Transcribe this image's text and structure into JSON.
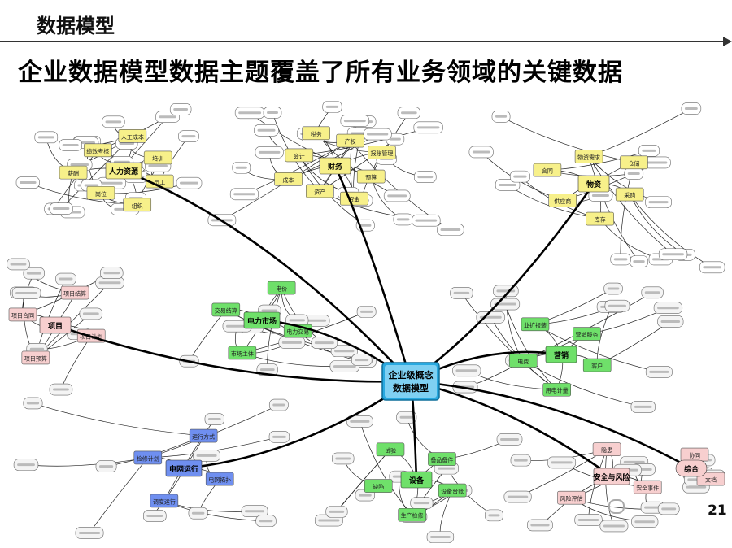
{
  "header": {
    "section_title": "数据模型"
  },
  "headline": "企业数据模型数据主题覆盖了所有业务领域的关键数据",
  "page_number": "21",
  "palette": {
    "yellow": "#f7f08a",
    "green": "#6fe06a",
    "blue": "#6f8ff0",
    "pink": "#f7cfcf",
    "gray": "#eeeeee",
    "center": "#29a9e0"
  },
  "center": {
    "label_1": "企业级概念",
    "label_2": "数据模型"
  },
  "domains": {
    "finance": "财务",
    "hr": "人力资源",
    "materials": "物资",
    "project": "项目",
    "power_market": "电力市场",
    "marketing": "营销",
    "grid_operation": "电网运行",
    "equipment": "设备",
    "security": "安全与风险",
    "general": "综合"
  },
  "subtopics": {
    "finance": [
      "预算",
      "资金",
      "资产",
      "成本",
      "会计",
      "税务",
      "产权",
      "报账管理"
    ],
    "hr": [
      "员工",
      "组织",
      "岗位",
      "薪酬",
      "绩效考核",
      "人工成本",
      "培训"
    ],
    "materials": [
      "采购",
      "库存",
      "供应商",
      "合同",
      "物资需求",
      "仓储"
    ],
    "project": [
      "项目计划",
      "项目预算",
      "项目合同",
      "项目结算"
    ],
    "power_market": [
      "电力交易",
      "市场主体",
      "交易结算",
      "电价"
    ],
    "marketing": [
      "客户",
      "用电计量",
      "电费",
      "业扩报装",
      "营销服务"
    ],
    "grid_operation": [
      "电网拓扑",
      "调度运行",
      "检修计划",
      "运行方式"
    ],
    "equipment": [
      "设备台账",
      "生产检修",
      "缺陷",
      "试验",
      "备品备件"
    ],
    "security": [
      "安全事件",
      "风险评估",
      "隐患"
    ],
    "general": [
      "文档",
      "协同"
    ]
  }
}
